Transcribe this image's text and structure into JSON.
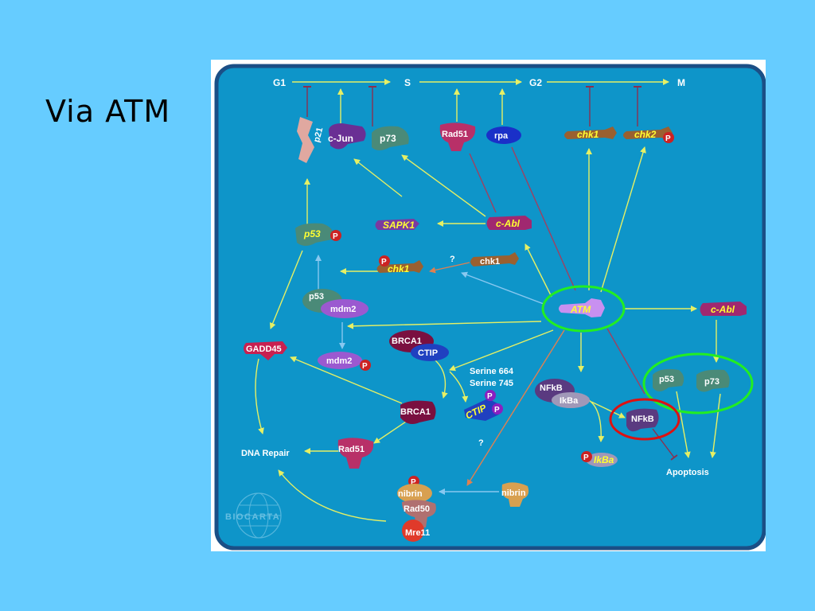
{
  "slide": {
    "title": "Via ATM"
  },
  "cycle": {
    "g1": "G1",
    "s": "S",
    "g2": "G2",
    "m": "M"
  },
  "nodes": {
    "p21": "p21",
    "cjun": "c-Jun",
    "p73_top": "p73",
    "rad51_top": "Rad51",
    "rpa": "rpa",
    "chk1_top": "chk1",
    "chk2": "chk2",
    "p53p": "p53",
    "sapk1": "SAPK1",
    "cabl_mid": "c-Abl",
    "chk1_p": "chk1",
    "chk1_right": "chk1",
    "question1": "?",
    "p53": "p53",
    "mdm2": "mdm2",
    "atm": "ATM",
    "cabl_right": "c-Abl",
    "gadd45": "GADD45",
    "brca1_top": "BRCA1",
    "ctip": "CTIP",
    "mdm2p": "mdm2",
    "serine664": "Serine 664",
    "serine745": "Serine 745",
    "ctip_pp": "CTIP",
    "brca1": "BRCA1",
    "nfkb": "NFkB",
    "ikba": "IkBa",
    "p53_right": "p53",
    "p73_right": "p73",
    "nfkb_free": "NFkB",
    "dna_repair": "DNA Repair",
    "rad51": "Rad51",
    "question2": "?",
    "ikba_p": "IkBa",
    "apoptosis": "Apoptosis",
    "nibrin": "nibrin",
    "rad50": "Rad50",
    "mre11": "Mre11",
    "nibrin_right": "nibrin"
  },
  "phospho": "P",
  "watermark": "BIOCARTA",
  "colors": {
    "slide_bg": "#66ccff",
    "panel": "#0e95c9",
    "panel_border": "#1b4f86",
    "arrow": "#e6f064",
    "highlight_green": "#22ee22",
    "highlight_red": "#dd1111"
  }
}
